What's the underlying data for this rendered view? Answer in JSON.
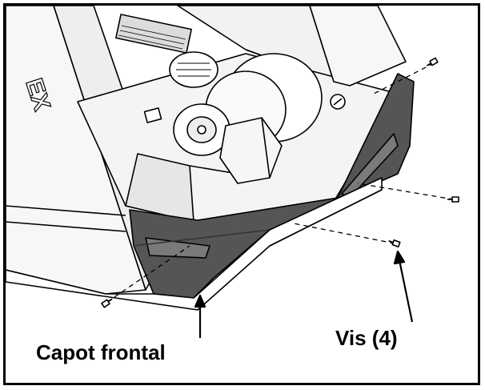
{
  "labels": {
    "front_cover": "Capot frontal",
    "screws": "Vis (4)"
  },
  "brand_text": "EX",
  "colors": {
    "line": "#000000",
    "cover_fill": "#555555",
    "cover_highlight": "#7a7a7a",
    "panel_light": "#f2f2f2",
    "panel_mid": "#dcdcdc",
    "background": "#ffffff"
  }
}
